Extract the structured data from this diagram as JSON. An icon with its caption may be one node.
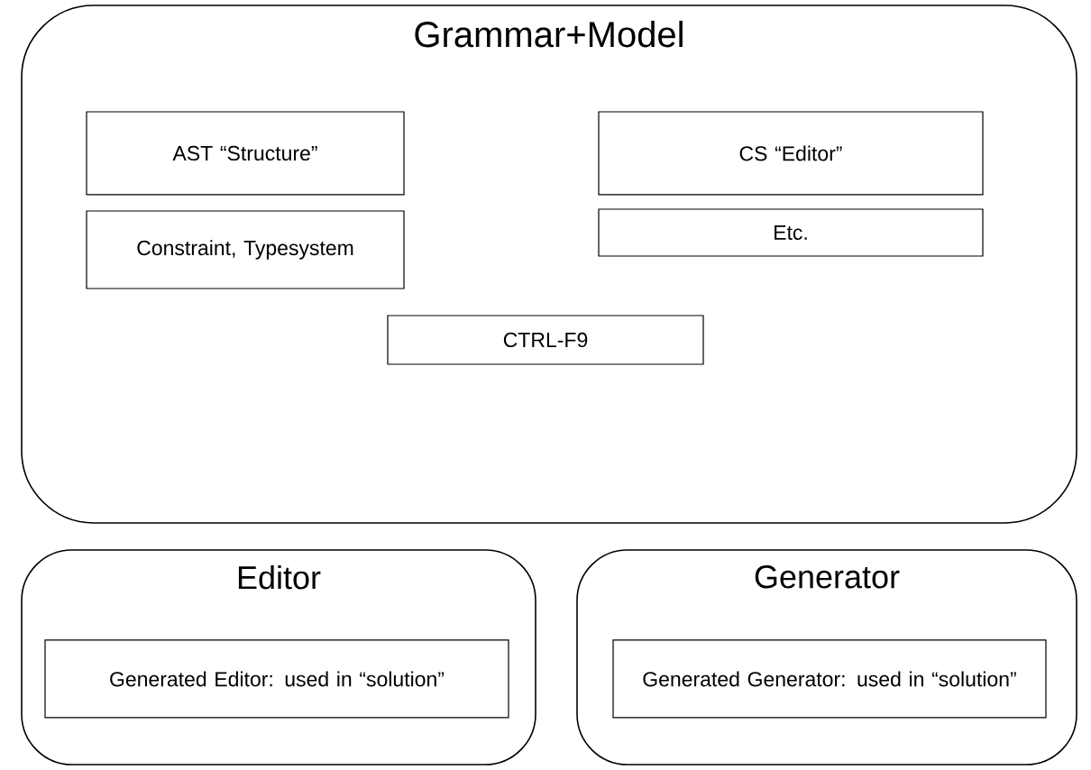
{
  "diagram": {
    "nodes": [
      {
        "text": [
          "Grammar+Model"
        ]
      },
      {
        "text": [
          "AST “Structure”"
        ],
        "in": 0
      },
      {
        "text": [
          "CS “Editor”"
        ],
        "in": 0
      },
      {
        "text": [
          "Constraint, Typesystem"
        ],
        "in": 0
      },
      {
        "text": [
          "Etc."
        ],
        "in": 0
      },
      {
        "text": [
          "CTRL-F9"
        ],
        "in": 0
      },
      {
        "text": [
          "Editor"
        ]
      },
      {
        "text": [
          "Generated Editor: used in “solution”"
        ],
        "in": 6
      },
      {
        "text": [
          "Generator"
        ]
      },
      {
        "text": [
          "Generated Generator: used in “solution”"
        ],
        "in": 8
      }
    ]
  }
}
